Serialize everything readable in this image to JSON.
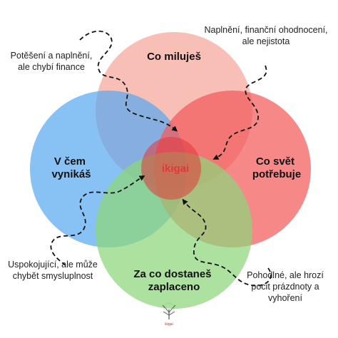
{
  "circles": [
    {
      "id": "love",
      "label": "Co miluješ",
      "color": "#f6a99e"
    },
    {
      "id": "world_needs",
      "label": "Co svět\npotřebuje",
      "color": "#f25a5a"
    },
    {
      "id": "good_at",
      "label": "V čem\nvynikáš",
      "color": "#5aa9ee"
    },
    {
      "id": "paid_for",
      "label": "Za co dostaneš\nzaplaceno",
      "color": "#8ed57a"
    }
  ],
  "center_label": "ikigai",
  "center_color": "#e2373b",
  "annotations": {
    "top_left": "Potěšení a naplnění,\nale chybí finance",
    "top_right": "Naplnění, finanční ohodnocení,\nale nejistota",
    "bottom_left": "Uspokojující, ale může\nchybět smysluplnost",
    "bottom_right": "Pohodlné, ale hrozí\npocit prázdnoty a\nvyhoření"
  },
  "logo_text": "ikigai"
}
